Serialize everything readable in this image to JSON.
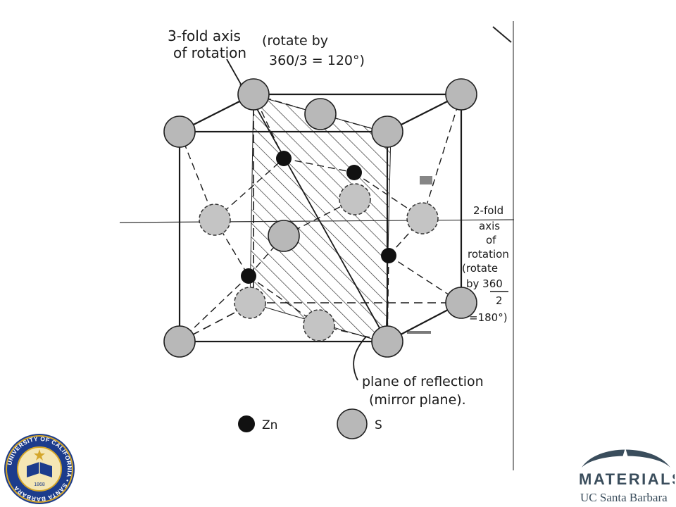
{
  "annotations": {
    "three_fold_line1": "3-fold axis",
    "three_fold_line2": "of rotation",
    "rotate_line1": "(rotate by",
    "rotate_line2": "360/3 = 120°)",
    "two_fold_line1": "2-fold",
    "two_fold_line2": "axis",
    "two_fold_line3": "of",
    "two_fold_line4": "rotation",
    "two_fold_line5": "(rotate",
    "two_fold_line6": "by 360",
    "two_fold_line7": "2",
    "two_fold_line8": "=180°)",
    "mirror_line1": "plane of reflection",
    "mirror_line2": "(mirror plane)."
  },
  "legend": {
    "zn_label": "Zn",
    "s_label": "S"
  },
  "logos": {
    "seal_ring_text": "UNIVERSITY OF CALIFORNIA • SANTA BARBARA",
    "seal_year": "1868",
    "materials_word": "MATERIALS",
    "materials_sub": "UC Santa Barbara"
  },
  "colors": {
    "ink": "#1a1a1a",
    "sulfur_fill": "#b8b8b8",
    "zinc_fill": "#111111",
    "seal_blue": "#1c3c8c",
    "seal_gold": "#d4a62a",
    "logo_slate": "#3a4d5c"
  }
}
